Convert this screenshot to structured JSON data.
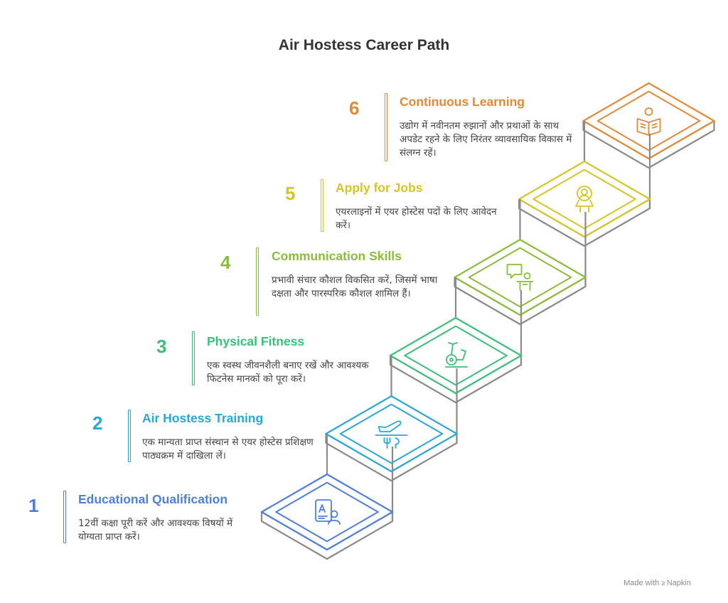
{
  "title": "Air Hostess Career Path",
  "steps": [
    {
      "number": "1",
      "heading": "Educational Qualification",
      "description": "12वीं कक्षा पूरी करें और आवश्यक विषयों में योग्यता प्राप्त करें।",
      "color": "#4f7fd9",
      "icon": "student-icon"
    },
    {
      "number": "2",
      "heading": "Air Hostess Training",
      "description": "एक मान्यता प्राप्त संस्थान से एयर होस्टेस प्रशिक्षण पाठ्यक्रम में दाखिला लें।",
      "color": "#2aa8d4",
      "icon": "flight-meal-icon"
    },
    {
      "number": "3",
      "heading": "Physical Fitness",
      "description": "एक स्वस्थ जीवनशैली बनाए रखें और आवश्यक फिटनेस मानकों को पूरा करें।",
      "color": "#3dbf7a",
      "icon": "exercise-bike-icon"
    },
    {
      "number": "4",
      "heading": "Communication Skills",
      "description": "प्रभावी संचार कौशल विकसित करें, जिसमें भाषा दक्षता और पारस्परिक कौशल शामिल हैं।",
      "color": "#8cbc3c",
      "icon": "speaker-podium-icon"
    },
    {
      "number": "5",
      "heading": "Apply for Jobs",
      "description": "एयरलाइनों में एयर होस्टेस पदों के लिए आवेदन करें।",
      "color": "#d6c526",
      "icon": "job-candidate-icon"
    },
    {
      "number": "6",
      "heading": "Continuous Learning",
      "description": "उद्योग में नवीनतम रुझानों और प्रथाओं के साथ अपडेट रहने के लिए निरंतर व्यावसायिक विकास में संलग्न रहें।",
      "color": "#e08a3a",
      "icon": "reading-person-icon"
    }
  ],
  "footer": {
    "made_with": "Made with",
    "brand": "Napkin"
  },
  "colors": {
    "title": "#333333",
    "stair_shadow": "#8a8a8a",
    "description_text": "#444444"
  }
}
